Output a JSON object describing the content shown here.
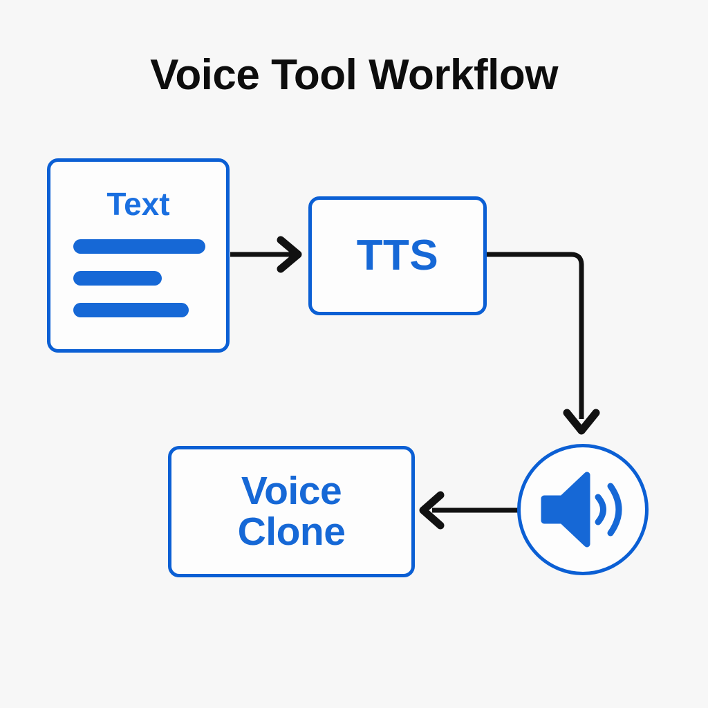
{
  "page": {
    "background_color": "#f7f7f7",
    "title": "Voice Tool Workflow",
    "title_color": "#0d0d0d"
  },
  "theme": {
    "accent_blue": "#0b5fd4",
    "label_blue": "#1668d6",
    "node_fill": "#fdfdfd",
    "connector_color": "#111111"
  },
  "diagram": {
    "type": "flowchart",
    "nodes": [
      {
        "id": "text",
        "label": "Text",
        "shape": "rounded-rect",
        "icon": "document-lines-icon",
        "lines": [
          "long",
          "mid",
          "medium"
        ]
      },
      {
        "id": "tts",
        "label": "TTS",
        "shape": "rounded-rect"
      },
      {
        "id": "speaker",
        "label": "",
        "shape": "circle",
        "icon": "speaker-volume-icon"
      },
      {
        "id": "voice-clone",
        "label_line1": "Voice",
        "label_line2": "Clone",
        "shape": "rounded-rect"
      }
    ],
    "edges": [
      {
        "id": "text-to-tts",
        "from": "text",
        "to": "tts",
        "style": "straight",
        "direction": "right"
      },
      {
        "id": "tts-to-speaker",
        "from": "tts",
        "to": "speaker",
        "style": "elbow",
        "direction": "down"
      },
      {
        "id": "speaker-to-voice-clone",
        "from": "speaker",
        "to": "voice-clone",
        "style": "straight",
        "direction": "left"
      }
    ]
  }
}
